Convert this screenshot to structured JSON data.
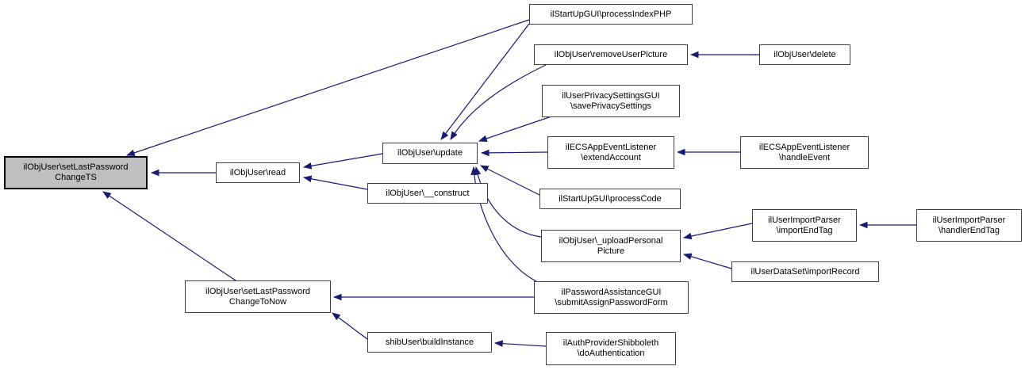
{
  "diagram": {
    "kind": "caller-graph",
    "colors": {
      "edge": "#191970",
      "node_border": "#404040",
      "node_fill": "#ffffff",
      "highlight_fill": "#bfbfbf",
      "highlight_border": "#000000",
      "text": "#000000"
    },
    "nodes": {
      "set_last_password_change_ts": {
        "label": "ilObjUser\\setLastPassword\nChangeTS",
        "highlighted": true
      },
      "read": {
        "label": "ilObjUser\\read"
      },
      "update": {
        "label": "ilObjUser\\update"
      },
      "construct": {
        "label": "ilObjUser\\__construct"
      },
      "process_index_php": {
        "label": "ilStartUpGUI\\processIndexPHP"
      },
      "remove_user_picture": {
        "label": "ilObjUser\\removeUserPicture"
      },
      "delete": {
        "label": "ilObjUser\\delete"
      },
      "save_privacy_settings": {
        "label": "ilUserPrivacySettingsGUI\n\\savePrivacySettings"
      },
      "extend_account": {
        "label": "ilECSAppEventListener\n\\extendAccount"
      },
      "handle_event": {
        "label": "ilECSAppEventListener\n\\handleEvent"
      },
      "process_code": {
        "label": "ilStartUpGUI\\processCode"
      },
      "upload_personal_picture": {
        "label": "ilObjUser\\_uploadPersonal\nPicture"
      },
      "import_end_tag": {
        "label": "ilUserImportParser\n\\importEndTag"
      },
      "handler_end_tag": {
        "label": "ilUserImportParser\n\\handlerEndTag"
      },
      "import_record": {
        "label": "ilUserDataSet\\importRecord"
      },
      "submit_assign_password_form": {
        "label": "ilPasswordAssistanceGUI\n\\submitAssignPasswordForm"
      },
      "set_last_password_change_to_now": {
        "label": "ilObjUser\\setLastPassword\nChangeToNow"
      },
      "build_instance": {
        "label": "shibUser\\buildInstance"
      },
      "do_authentication": {
        "label": "ilAuthProviderShibboleth\n\\doAuthentication"
      }
    },
    "edges": [
      {
        "from": "process_index_php",
        "to": "set_last_password_change_ts"
      },
      {
        "from": "read",
        "to": "set_last_password_change_ts"
      },
      {
        "from": "set_last_password_change_to_now",
        "to": "set_last_password_change_ts"
      },
      {
        "from": "update",
        "to": "read"
      },
      {
        "from": "construct",
        "to": "read"
      },
      {
        "from": "process_index_php",
        "to": "update"
      },
      {
        "from": "remove_user_picture",
        "to": "update"
      },
      {
        "from": "save_privacy_settings",
        "to": "update"
      },
      {
        "from": "extend_account",
        "to": "update"
      },
      {
        "from": "process_code",
        "to": "update"
      },
      {
        "from": "upload_personal_picture",
        "to": "update"
      },
      {
        "from": "submit_assign_password_form",
        "to": "update"
      },
      {
        "from": "delete",
        "to": "remove_user_picture"
      },
      {
        "from": "handle_event",
        "to": "extend_account"
      },
      {
        "from": "import_end_tag",
        "to": "upload_personal_picture"
      },
      {
        "from": "import_record",
        "to": "upload_personal_picture"
      },
      {
        "from": "handler_end_tag",
        "to": "import_end_tag"
      },
      {
        "from": "submit_assign_password_form",
        "to": "set_last_password_change_to_now"
      },
      {
        "from": "build_instance",
        "to": "set_last_password_change_to_now"
      },
      {
        "from": "do_authentication",
        "to": "build_instance"
      }
    ]
  }
}
